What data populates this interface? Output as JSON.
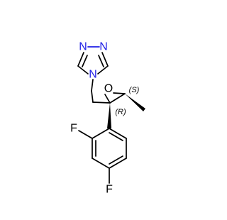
{
  "molecule": {
    "atoms": {
      "n1": "N",
      "n2": "N",
      "n4": "N",
      "o_epoxide": "O",
      "f_ortho": "F",
      "f_para": "F"
    },
    "stereo_labels": {
      "c2": "(R)",
      "c3": "(S)"
    },
    "colors": {
      "nitrogen": "#1f1fe6",
      "bond": "#000000",
      "heteroatom_other": "#000000"
    }
  }
}
